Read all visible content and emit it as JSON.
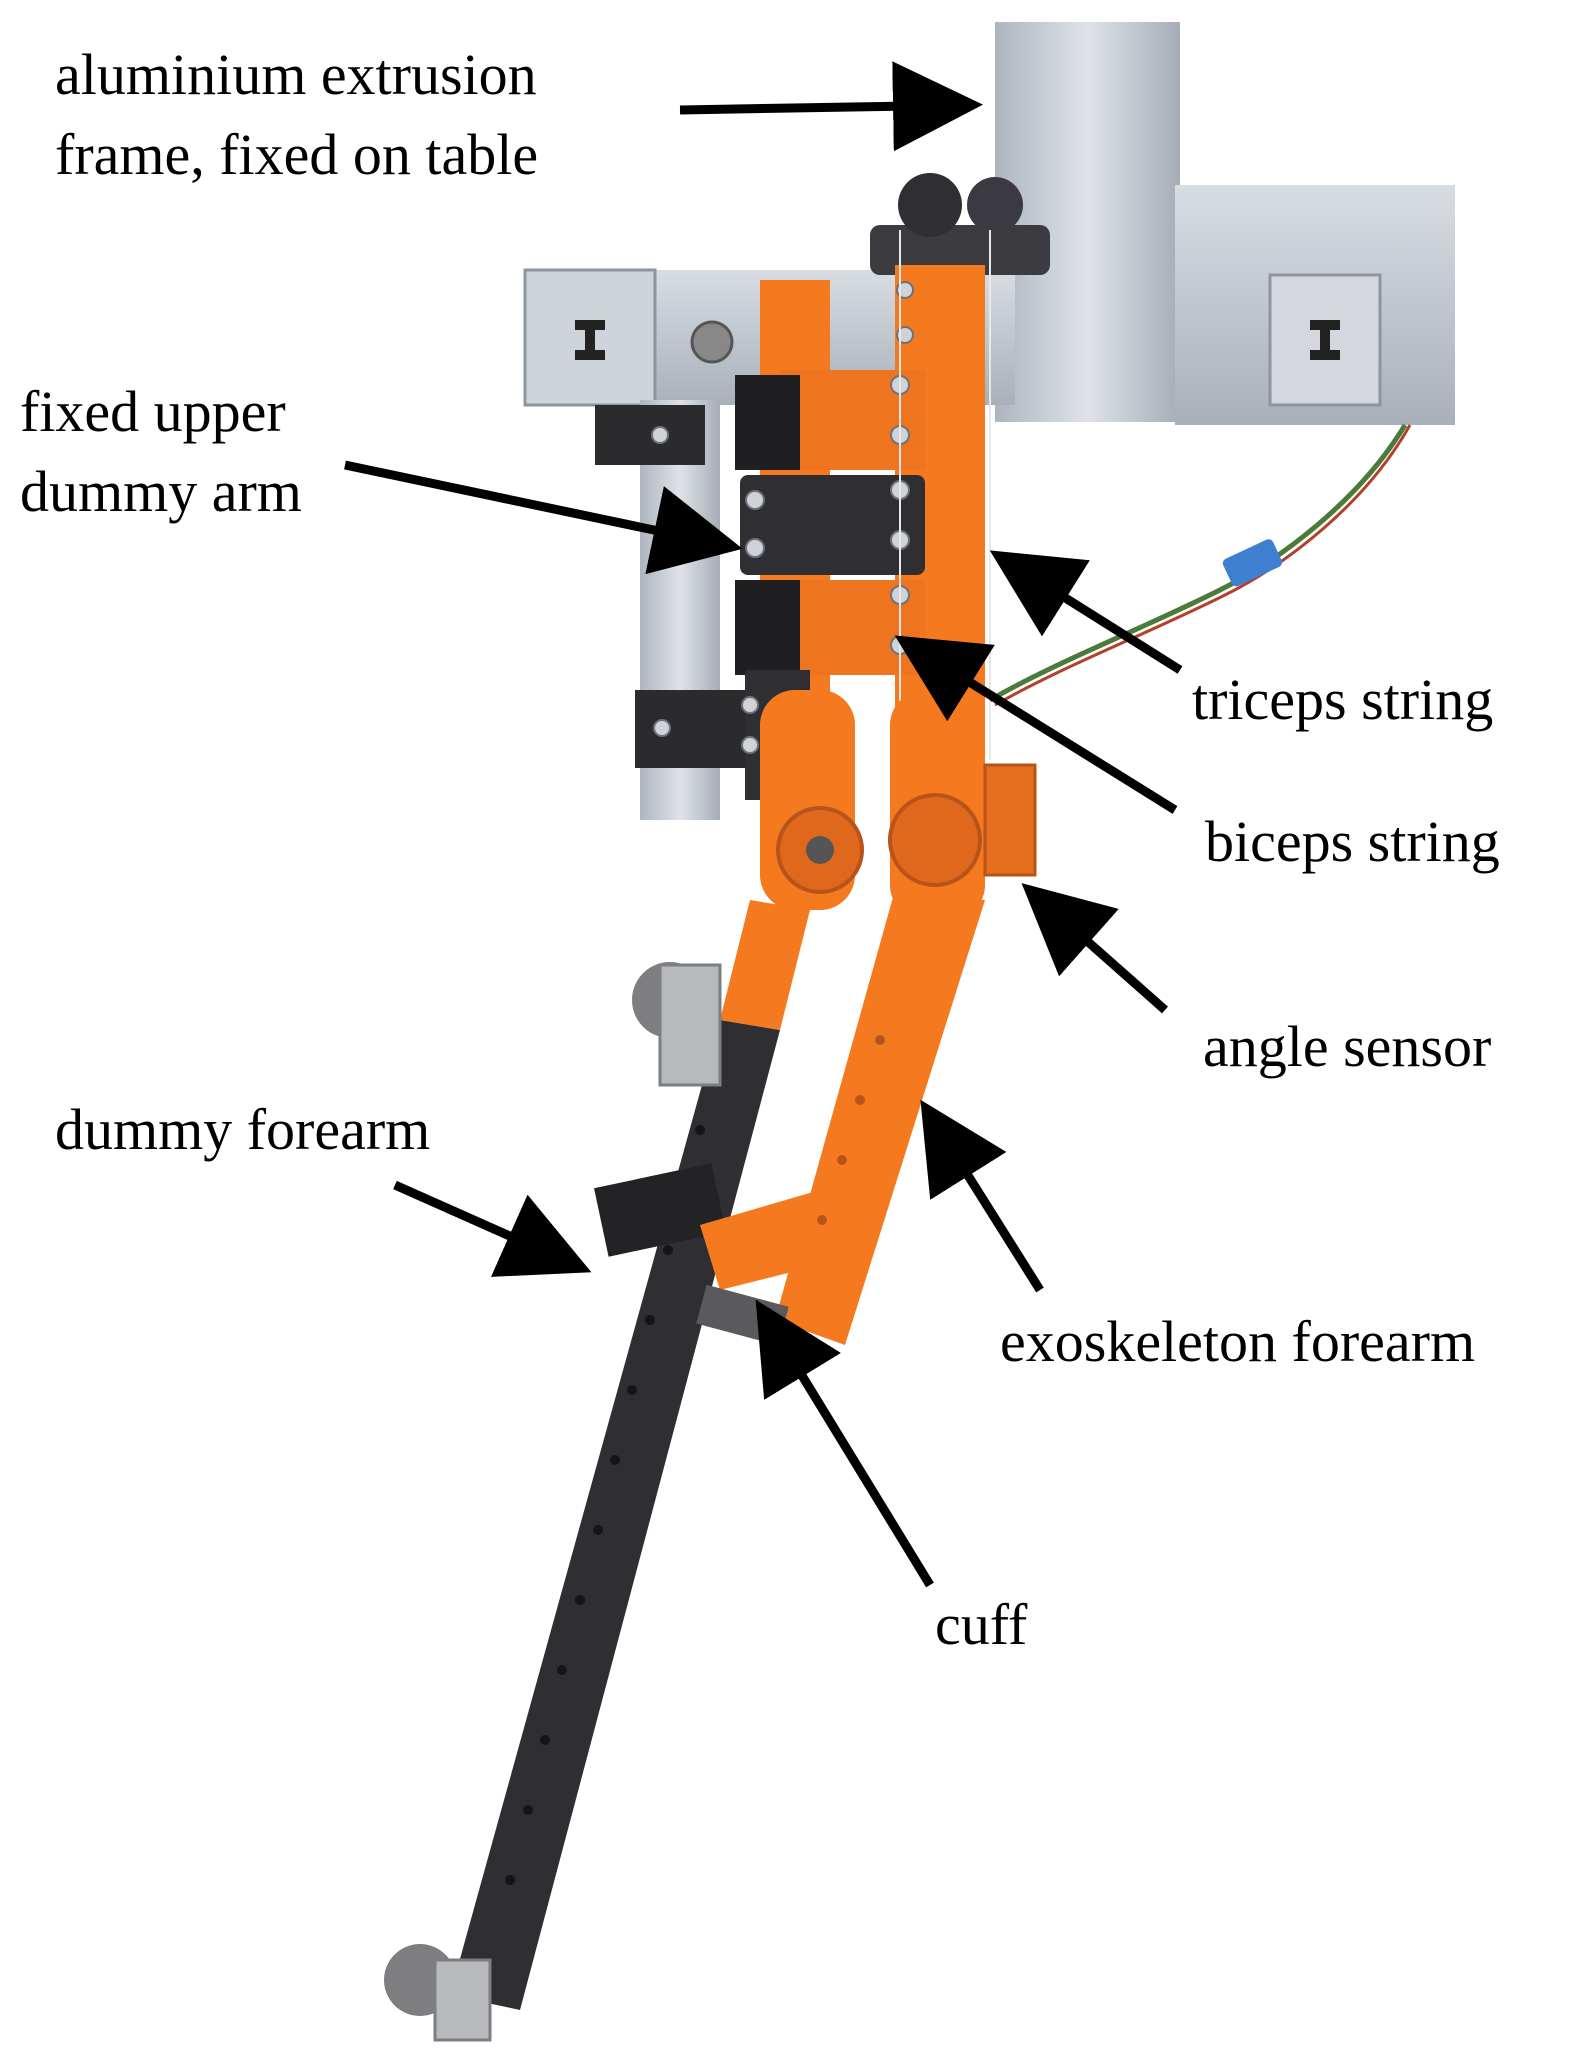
{
  "labels": {
    "frame": [
      "aluminium extrusion",
      "frame, fixed on table"
    ],
    "upper_arm": [
      "fixed upper",
      "dummy arm"
    ],
    "triceps": "triceps string",
    "biceps": "biceps string",
    "angle_sensor": "angle sensor",
    "dummy_forearm": "dummy forearm",
    "exo_forearm": "exoskeleton forearm",
    "cuff": "cuff"
  },
  "colors": {
    "exoskeleton": "#f57a1f",
    "exoskeleton_shade": "#d9621a",
    "dummy": "#2f2f33",
    "aluminium": "#c7ccd3",
    "aluminium_dark": "#9aa1aa",
    "arrow": "#000000"
  }
}
